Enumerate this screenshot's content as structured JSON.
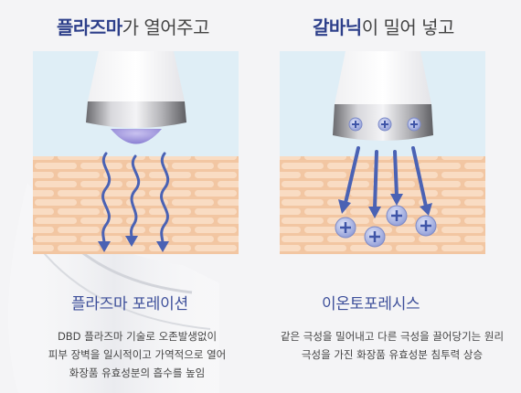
{
  "heading_left": {
    "emphasis": "플라즈마",
    "rest": "가 열어주고"
  },
  "heading_right": {
    "emphasis": "갈바닉",
    "rest": "이 밀어 넣고"
  },
  "plasma": {
    "title": "플라즈마 포레이션",
    "desc_lines": [
      "DBD 플라즈마 기술로 오존발생없이",
      "피부 장벽을 일시적이고 가역적으로 열어",
      "화장품 유효성분의 흡수를 높임"
    ]
  },
  "galvanic": {
    "title": "이온토포레시스",
    "desc_lines": [
      "같은 극성을 밀어내고 다른 극성을 끌어당기는 원리",
      "극성을 가진 화장품 유효성분 침투력 상승"
    ]
  },
  "colors": {
    "accent": "#2d3f8a",
    "title": "#3d4f9a",
    "skin": "#f8d9bf",
    "skin_mortar": "#f2c6a2",
    "arrow": "#4a62b4",
    "panel_bg": "#dfeef6"
  },
  "icons": [
    "plasma-device-icon",
    "galvanic-device-icon",
    "wavy-arrow-icon",
    "straight-arrow-icon",
    "plus-ion-icon"
  ]
}
